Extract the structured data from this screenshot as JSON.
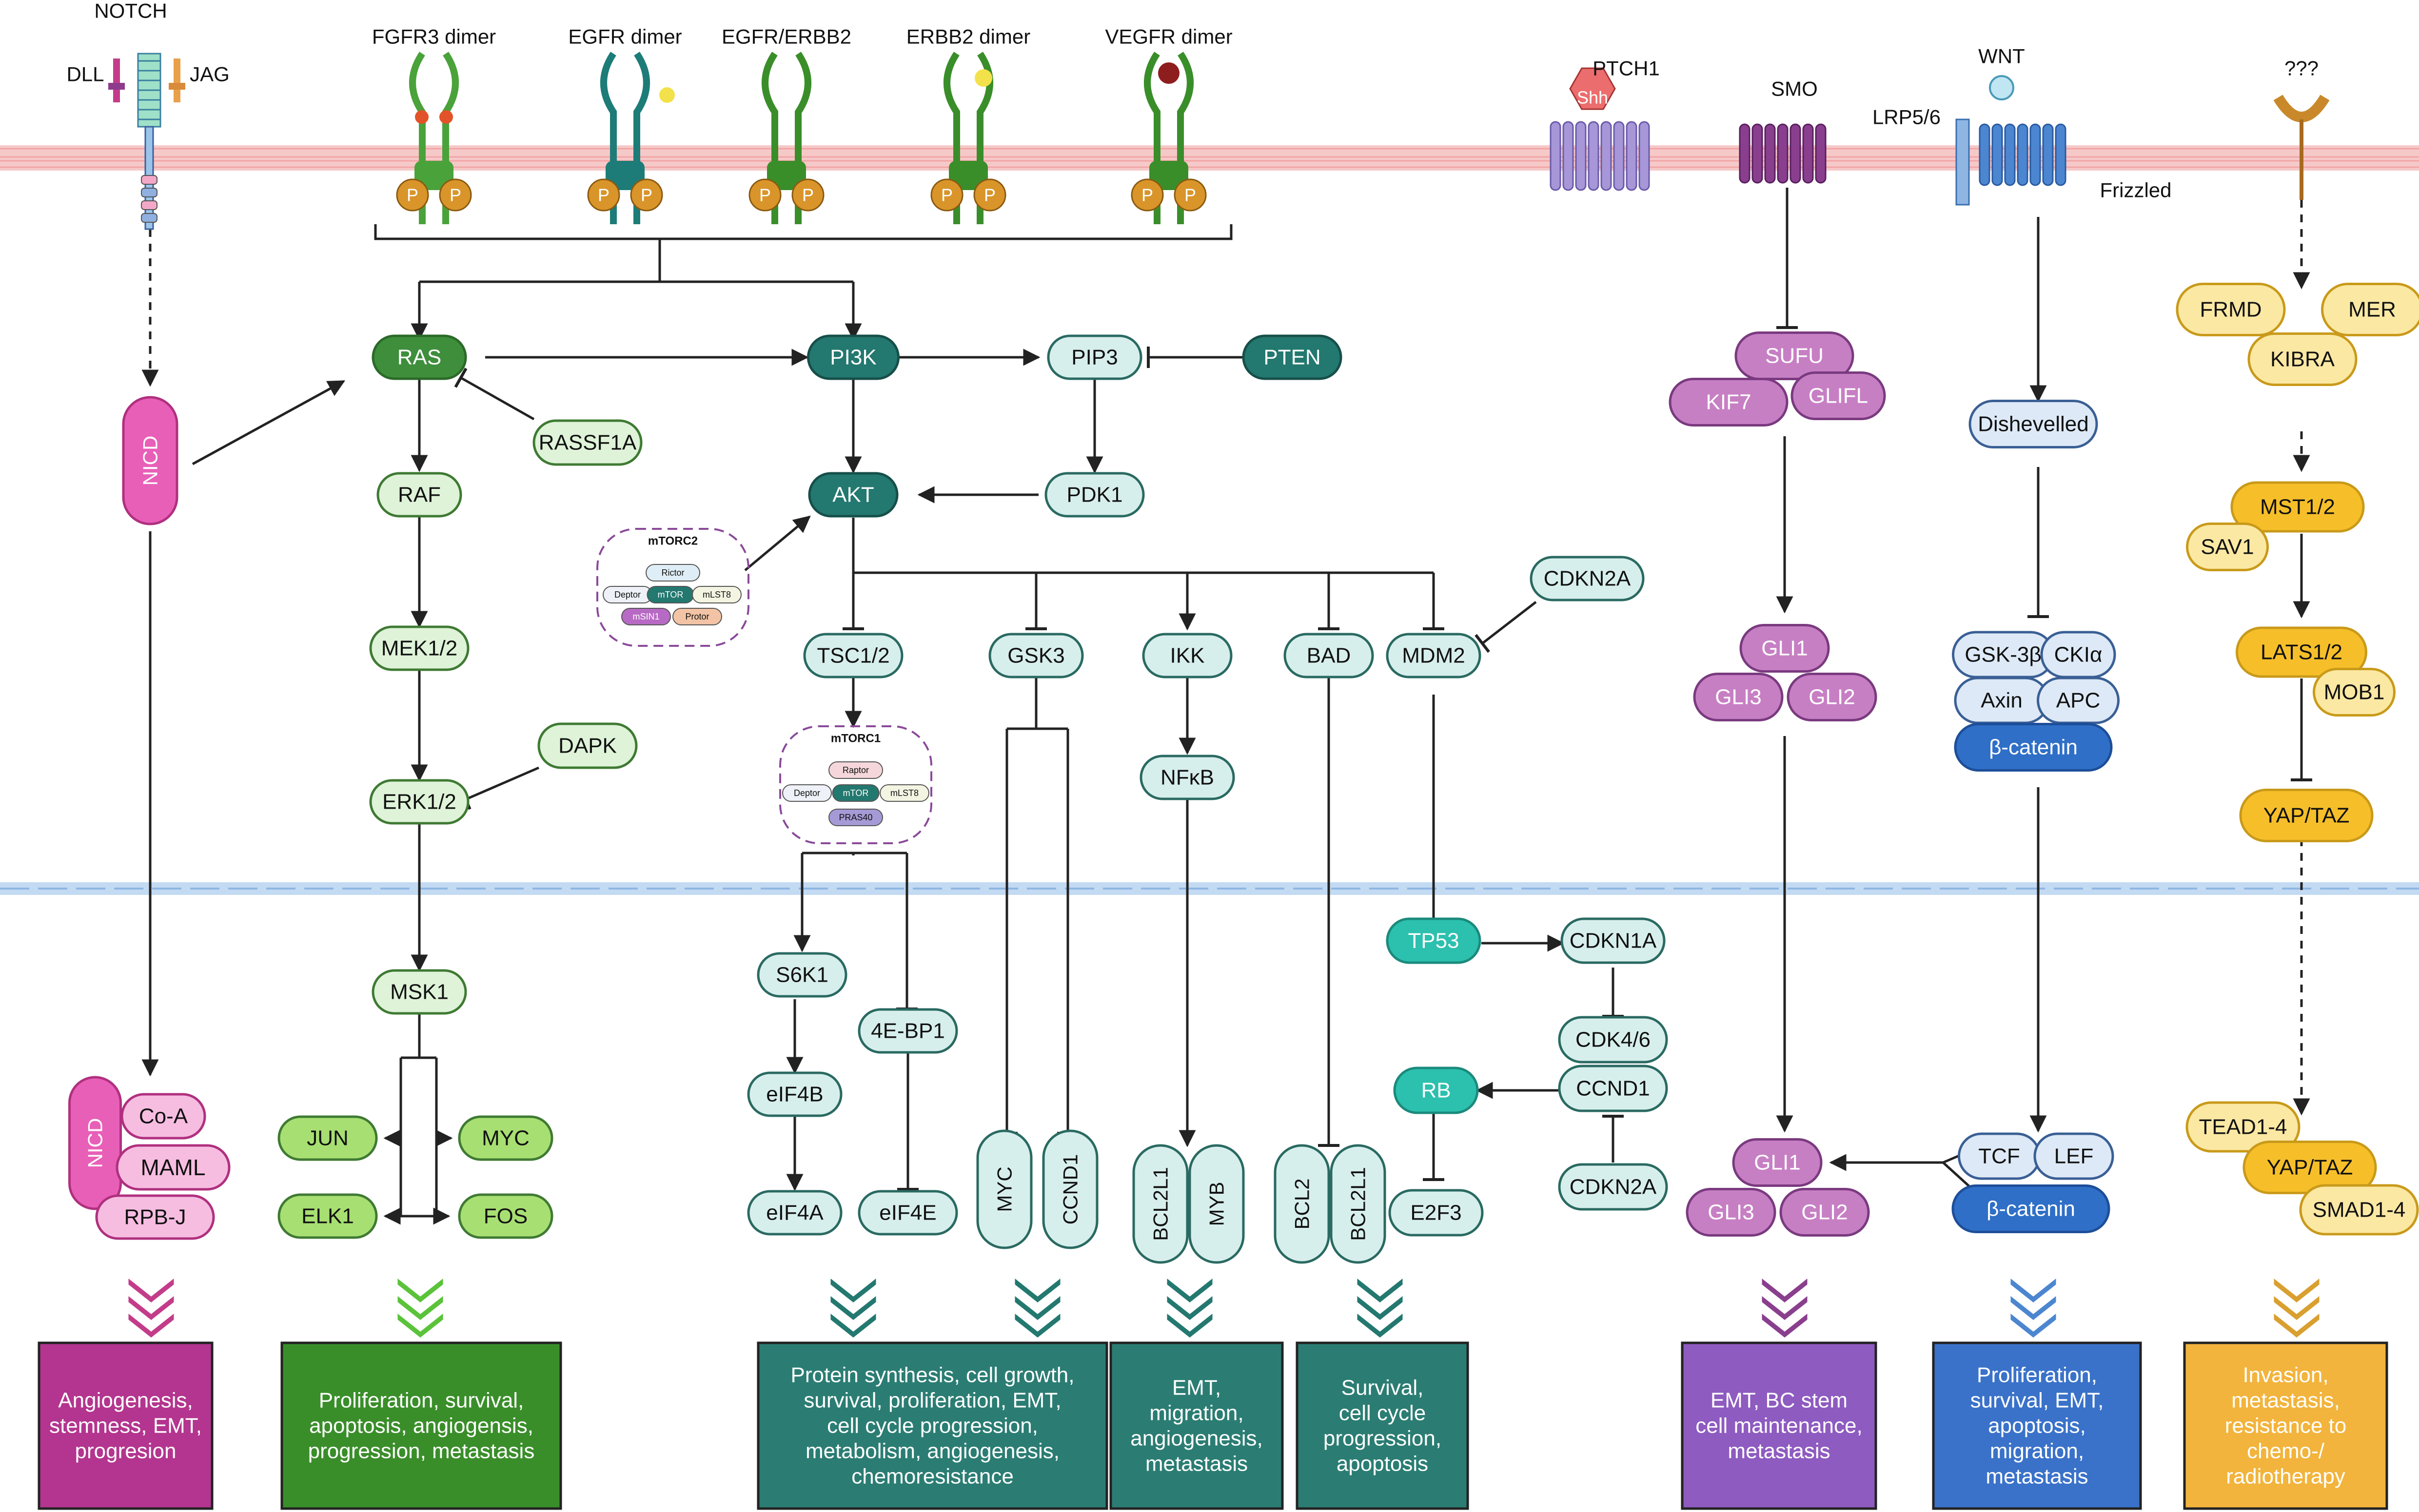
{
  "receptors": {
    "notch": "NOTCH",
    "dll": "DLL",
    "jag": "JAG",
    "fgfr3": "FGFR3 dimer",
    "egfr": "EGFR dimer",
    "egfr_erbb2": "EGFR/ERBB2",
    "erbb2": "ERBB2 dimer",
    "vegfr": "VEGFR dimer",
    "ptch1": "PTCH1",
    "shh": "Shh",
    "smo": "SMO",
    "wnt": "WNT",
    "lrp": "LRP5/6",
    "frizzled": "Frizzled",
    "unknown": "???",
    "p": "P"
  },
  "nodes": {
    "nicd": "NICD",
    "ras": "RAS",
    "raf": "RAF",
    "rassf1a": "RASSF1A",
    "mek": "MEK1/2",
    "dapk": "DAPK",
    "erk": "ERK1/2",
    "msk1": "MSK1",
    "jun": "JUN",
    "myc_erk": "MYC",
    "elk1": "ELK1",
    "fos": "FOS",
    "pi3k": "PI3K",
    "pip3": "PIP3",
    "pten": "PTEN",
    "akt": "AKT",
    "pdk1": "PDK1",
    "tsc": "TSC1/2",
    "gsk3": "GSK3",
    "ikk": "IKK",
    "bad": "BAD",
    "mdm2": "MDM2",
    "cdkn2a_top": "CDKN2A",
    "nfkb": "NFκB",
    "s6k1": "S6K1",
    "eif4b": "eIF4B",
    "eif4a": "eIF4A",
    "bp1": "4E-BP1",
    "eif4e": "eIF4E",
    "myc": "MYC",
    "ccnd1_v": "CCND1",
    "bcl2l1_a": "BCL2L1",
    "myb": "MYB",
    "bcl2": "BCL2",
    "bcl2l1_b": "BCL2L1",
    "tp53": "TP53",
    "cdkn1a": "CDKN1A",
    "cdk46": "CDK4/6",
    "ccnd1": "CCND1",
    "rb": "RB",
    "e2f3": "E2F3",
    "cdkn2a_bot": "CDKN2A",
    "nicd_b": "NICD",
    "coa": "Co-A",
    "maml": "MAML",
    "rpbj": "RPB-J",
    "sufu": "SUFU",
    "kif7": "KIF7",
    "glifl": "GLIFL",
    "gli1_a": "GLI1",
    "gli3_a": "GLI3",
    "gli2_a": "GLI2",
    "gli1_b": "GLI1",
    "gli3_b": "GLI3",
    "gli2_b": "GLI2",
    "dishevelled": "Dishevelled",
    "gsk3b": "GSK-3β",
    "cki": "CKIα",
    "axin": "Axin",
    "apc": "APC",
    "bcat_a": "β-catenin",
    "tcf": "TCF",
    "lef": "LEF",
    "bcat_b": "β-catenin",
    "frmd": "FRMD",
    "mer": "MER",
    "kibra": "KIBRA",
    "mst": "MST1/2",
    "sav1": "SAV1",
    "lats": "LATS1/2",
    "mob1": "MOB1",
    "yap_a": "YAP/TAZ",
    "tead": "TEAD1-4",
    "yap_b": "YAP/TAZ",
    "smad": "SMAD1-4"
  },
  "mtorc2": {
    "title": "mTORC2",
    "rictor": "Rictor",
    "deptor": "Deptor",
    "mtor": "mTOR",
    "mlst8": "mLST8",
    "msin1": "mSIN1",
    "protor": "Protor"
  },
  "mtorc1": {
    "title": "mTORC1",
    "raptor": "Raptor",
    "deptor": "Deptor",
    "mtor": "mTOR",
    "mlst8": "mLST8",
    "pras40": "PRAS40"
  },
  "outcomes": [
    {
      "lines": [
        "Angiogenesis,",
        "stemness, EMT,",
        "progresion"
      ],
      "color": "#b3358f"
    },
    {
      "lines": [
        "Proliferation, survival,",
        "apoptosis, angiogensis,",
        "progression, metastasis"
      ],
      "color": "#3a8e2a"
    },
    {
      "lines": [
        "Protein synthesis, cell growth,",
        "survival, proliferation, EMT,",
        "cell cycle progression,",
        "metabolism, angiogenesis,",
        "chemoresistance"
      ],
      "color": "#2b7d73"
    },
    {
      "lines": [
        "EMT,",
        "migration,",
        "angiogenesis,",
        "metastasis"
      ],
      "color": "#2b7d73"
    },
    {
      "lines": [
        "Survival,",
        "cell cycle",
        "progression,",
        "apoptosis"
      ],
      "color": "#2b7d73"
    },
    {
      "lines": [
        "EMT, BC stem",
        "cell maintenance,",
        "metastasis"
      ],
      "color": "#8e5bc0"
    },
    {
      "lines": [
        "Proliferation,",
        "survival, EMT,",
        "apoptosis,",
        "migration,",
        "metastasis"
      ],
      "color": "#3a72c9"
    },
    {
      "lines": [
        "Invasion,",
        "metastasis,",
        "resistance to",
        "chemo-/",
        "radiotherapy"
      ],
      "color": "#f2b43c"
    }
  ],
  "colors": {
    "membrane": "#f6c9c9",
    "nuclear": "#c3daf3",
    "nicd": "#e85fb8",
    "ras_green": "#3e8e3c",
    "light_green": "#def3d8",
    "lime": "#a8df72",
    "teal_dark": "#23786f",
    "teal_light": "#d7efec",
    "tp53": "#2cc0ae",
    "purple": "#c77fc4",
    "blue_light": "#dde9f6",
    "blue_dark": "#2f6fc7",
    "yellow_light": "#fbe8a3",
    "yellow_dark": "#f6bf2a"
  }
}
